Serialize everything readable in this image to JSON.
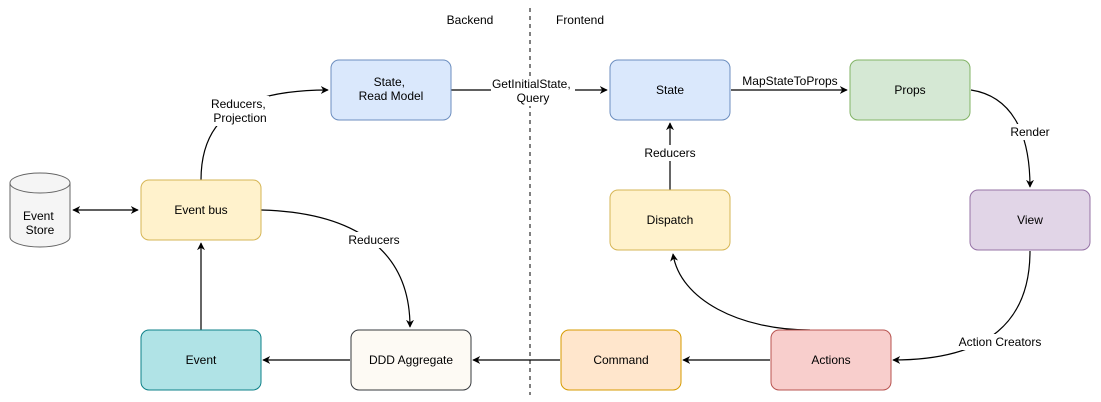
{
  "sections": {
    "backend": "Backend",
    "frontend": "Frontend"
  },
  "nodes": {
    "event_store": {
      "lines": [
        "Event",
        "Store"
      ],
      "fill": "#f5f5f5",
      "stroke": "#666666"
    },
    "event_bus": {
      "lines": [
        "Event bus"
      ],
      "fill": "#fff2cc",
      "stroke": "#d6b656"
    },
    "state_read_model": {
      "lines": [
        "State,",
        "Read Model"
      ],
      "fill": "#dae8fc",
      "stroke": "#6c8ebf"
    },
    "event": {
      "lines": [
        "Event"
      ],
      "fill": "#b0e3e6",
      "stroke": "#0e8088"
    },
    "ddd_aggregate": {
      "lines": [
        "DDD Aggregate"
      ],
      "fill": "#fdfaf4",
      "stroke": "#36393d"
    },
    "state": {
      "lines": [
        "State"
      ],
      "fill": "#dae8fc",
      "stroke": "#6c8ebf"
    },
    "props": {
      "lines": [
        "Props"
      ],
      "fill": "#d5e8d4",
      "stroke": "#82b366"
    },
    "view": {
      "lines": [
        "View"
      ],
      "fill": "#e1d5e7",
      "stroke": "#9673a6"
    },
    "dispatch": {
      "lines": [
        "Dispatch"
      ],
      "fill": "#fff2cc",
      "stroke": "#d6b656"
    },
    "command": {
      "lines": [
        "Command"
      ],
      "fill": "#ffe6cc",
      "stroke": "#d79b00"
    },
    "actions": {
      "lines": [
        "Actions"
      ],
      "fill": "#f8cecc",
      "stroke": "#b85450"
    }
  },
  "edges": {
    "reducers_projection": [
      "Reducers,",
      "Projection"
    ],
    "getinitialstate_query": [
      "GetInitialState,",
      "Query"
    ],
    "mapstatetoprops": [
      "MapStateToProps"
    ],
    "render": [
      "Render"
    ],
    "action_creators": [
      "Action Creators"
    ],
    "reducers_frontend": [
      "Reducers"
    ],
    "reducers_backend": [
      "Reducers"
    ]
  }
}
